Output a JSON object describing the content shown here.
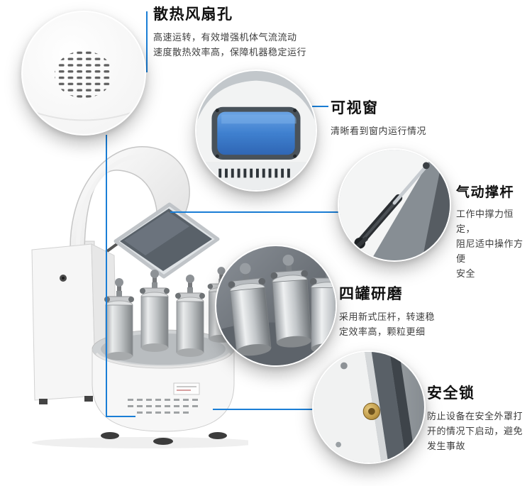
{
  "colors": {
    "accent_blue": "#1a7ed6",
    "window_blue": "#3f80cf",
    "brass": "#bf9a48"
  },
  "callouts": [
    {
      "id": "fan",
      "title": "散热风扇孔",
      "lines": [
        "高速运转，有效增强机体气流流动",
        "速度散热效率高，保障机器稳定运行"
      ]
    },
    {
      "id": "window",
      "title": "可视窗",
      "lines": [
        "清晰看到窗内运行情况"
      ]
    },
    {
      "id": "strut",
      "title": "气动撑杆",
      "lines": [
        "工作中撑力恒定，",
        "阻尼适中操作方便",
        "安全"
      ]
    },
    {
      "id": "jars",
      "title": "四罐研磨",
      "lines": [
        "采用新式压杆，转速稳",
        "定效率高，颗粒更细"
      ]
    },
    {
      "id": "lock",
      "title": "安全锁",
      "lines": [
        "防止设备在安全外罩打",
        "开的情况下启动，避免",
        "发生事故"
      ]
    }
  ]
}
